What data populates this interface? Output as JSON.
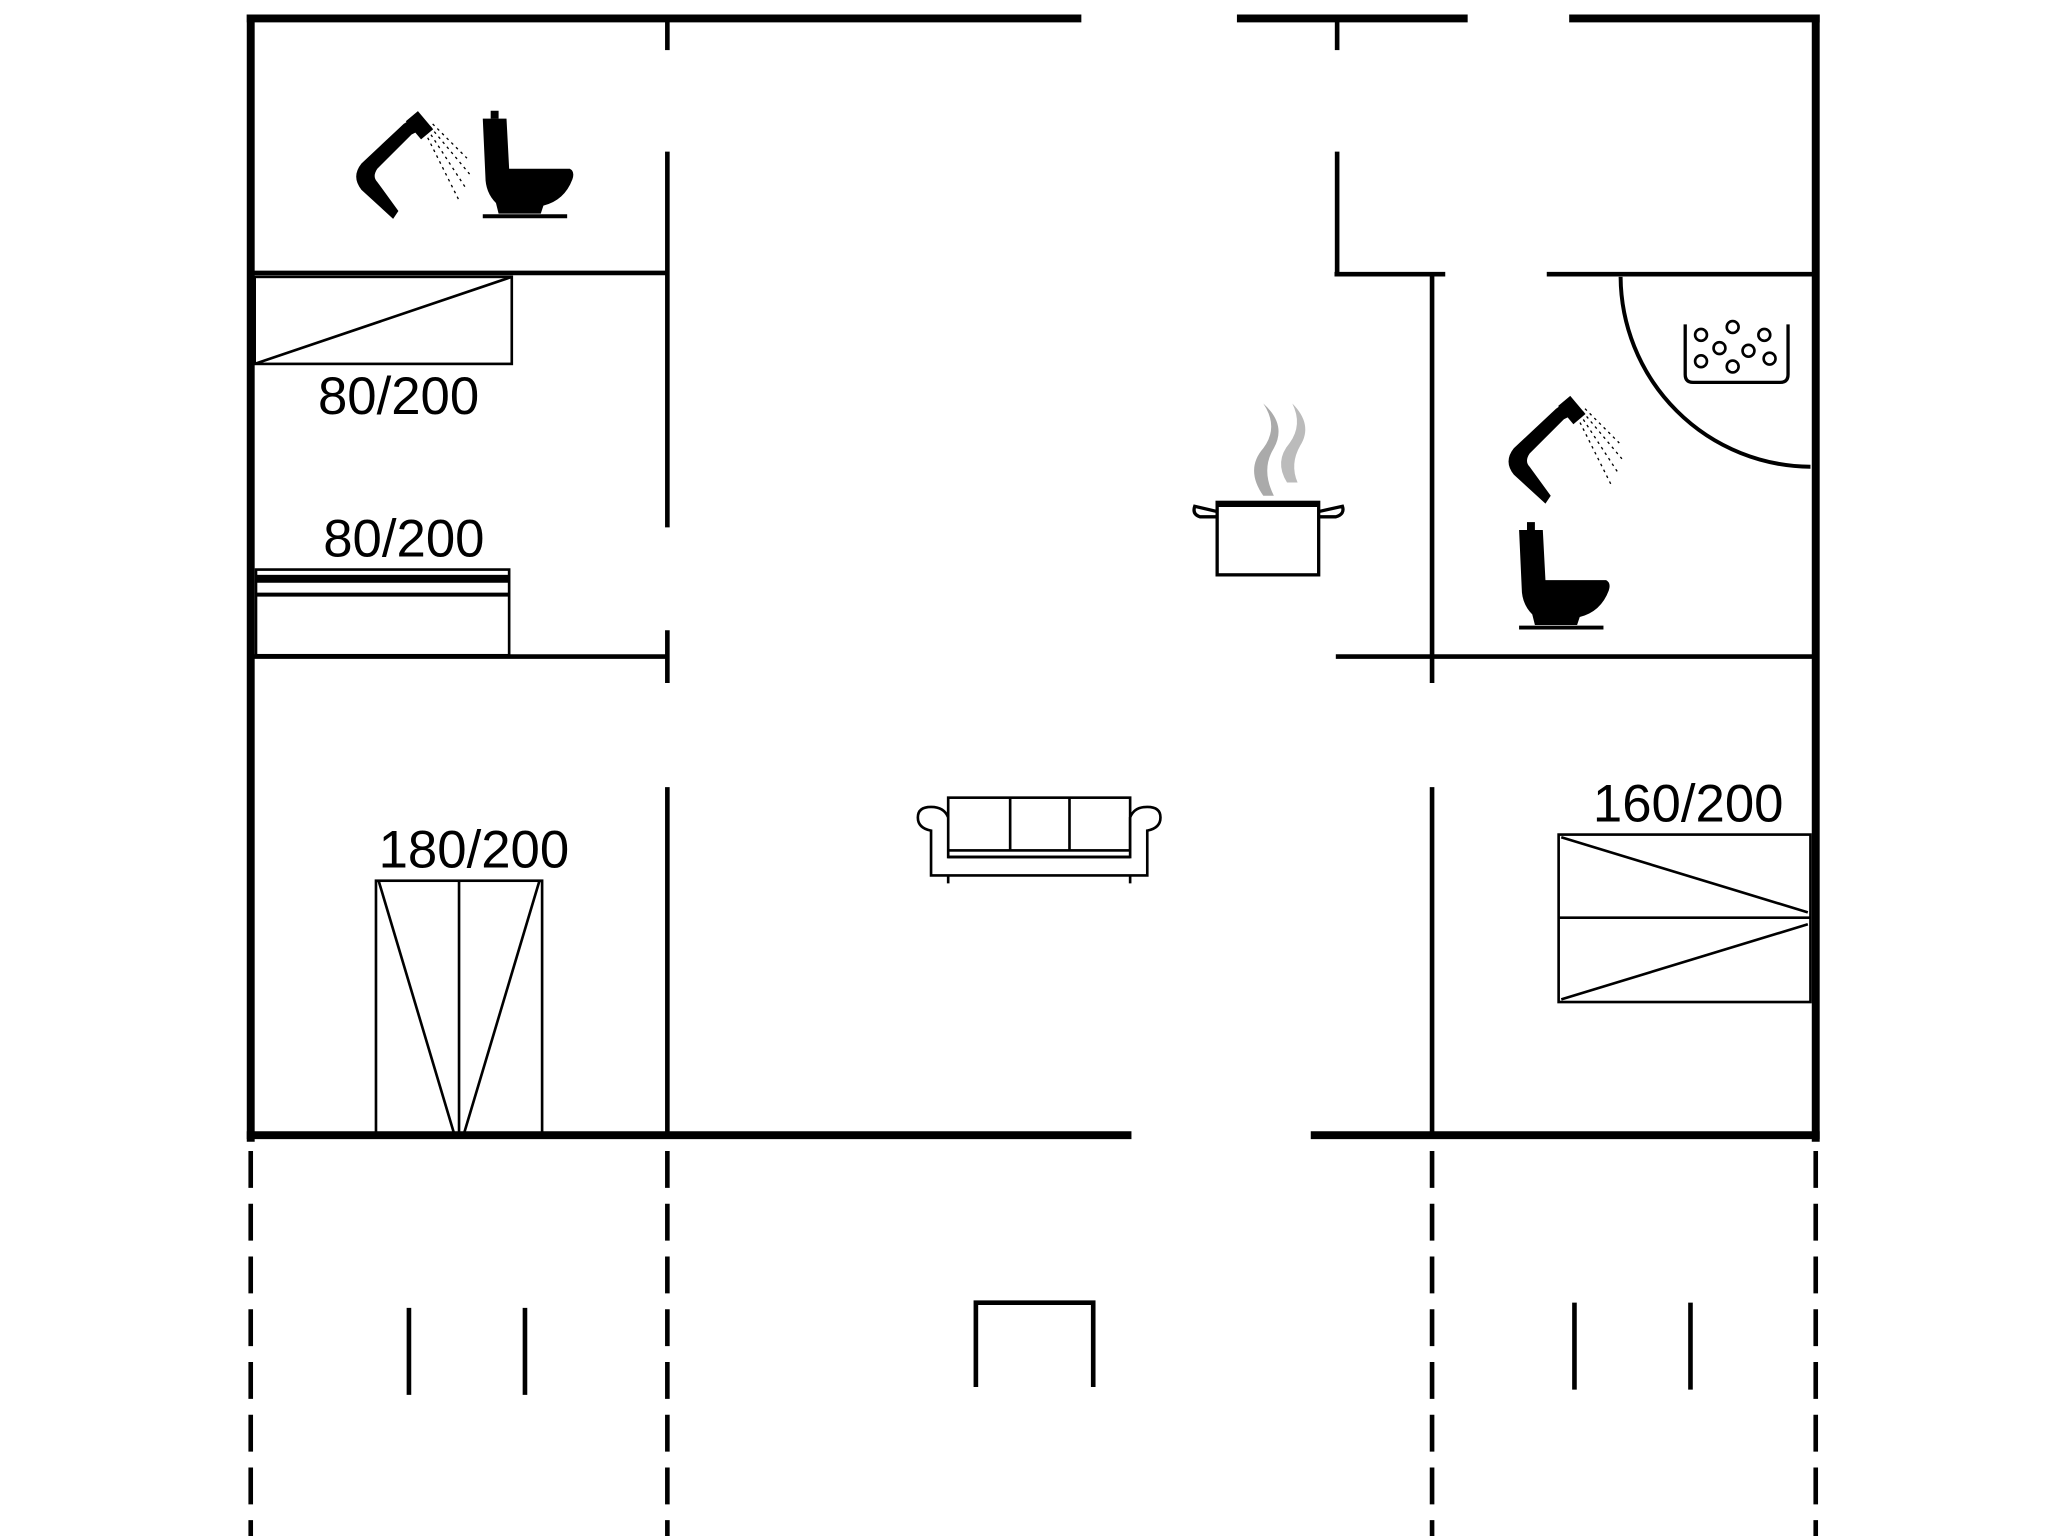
{
  "floorplan": {
    "bed_labels": {
      "bed_single_upper": "80/200",
      "bed_single_lower": "80/200",
      "bed_double_left": "180/200",
      "bed_double_right": "160/200"
    },
    "icons": [
      "shower-icon",
      "toilet-icon",
      "whirlpool-icon",
      "cooking-pot-icon",
      "sofa-icon"
    ],
    "colors": {
      "line": "#000000",
      "background": "#ffffff",
      "steam": "#aaaaaa"
    }
  }
}
